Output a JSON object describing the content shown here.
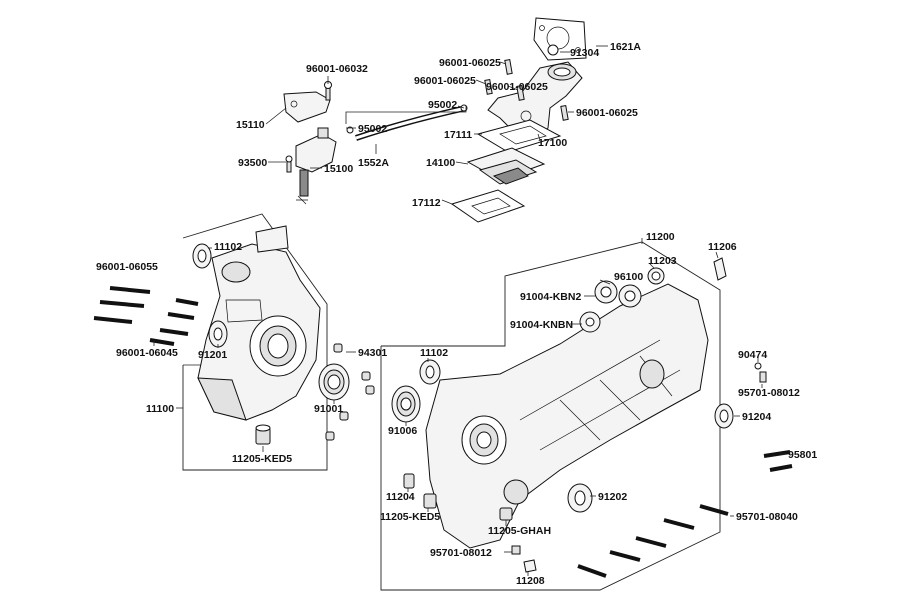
{
  "callouts": [
    {
      "id": "c1621A",
      "text": "1621A"
    },
    {
      "id": "c91304",
      "text": "91304"
    },
    {
      "id": "c96001_06032",
      "text": "96001-06032"
    },
    {
      "id": "c96001_06025_a",
      "text": "96001-06025"
    },
    {
      "id": "c96001_06025_b",
      "text": "96001-06025"
    },
    {
      "id": "c96001_06025_c",
      "text": "96001-06025"
    },
    {
      "id": "c96001_06025_d",
      "text": "96001-06025"
    },
    {
      "id": "c95002_a",
      "text": "95002"
    },
    {
      "id": "c95002_b",
      "text": "95002"
    },
    {
      "id": "c15110",
      "text": "15110"
    },
    {
      "id": "c17111",
      "text": "17111"
    },
    {
      "id": "c17100",
      "text": "17100"
    },
    {
      "id": "c93500",
      "text": "93500"
    },
    {
      "id": "c15100",
      "text": "15100"
    },
    {
      "id": "c1552A",
      "text": "1552A"
    },
    {
      "id": "c14100",
      "text": "14100"
    },
    {
      "id": "c17112",
      "text": "17112"
    },
    {
      "id": "c11200",
      "text": "11200"
    },
    {
      "id": "c11206",
      "text": "11206"
    },
    {
      "id": "c11102_a",
      "text": "11102"
    },
    {
      "id": "c11203",
      "text": "11203"
    },
    {
      "id": "c96001_06055",
      "text": "96001-06055"
    },
    {
      "id": "c96100",
      "text": "96100"
    },
    {
      "id": "c91004_KBN2",
      "text": "91004-KBN2"
    },
    {
      "id": "c91004_KNBN",
      "text": "91004-KNBN"
    },
    {
      "id": "c96001_06045",
      "text": "96001-06045"
    },
    {
      "id": "c91201",
      "text": "91201"
    },
    {
      "id": "c94301",
      "text": "94301"
    },
    {
      "id": "c11102_b",
      "text": "11102"
    },
    {
      "id": "c90474",
      "text": "90474"
    },
    {
      "id": "c95701_08012_a",
      "text": "95701-08012"
    },
    {
      "id": "c11100",
      "text": "11100"
    },
    {
      "id": "c91001",
      "text": "91001"
    },
    {
      "id": "c91006",
      "text": "91006"
    },
    {
      "id": "c91204",
      "text": "91204"
    },
    {
      "id": "c11205_KED5_a",
      "text": "11205-KED5"
    },
    {
      "id": "c95801",
      "text": "95801"
    },
    {
      "id": "c11204",
      "text": "11204"
    },
    {
      "id": "c91202",
      "text": "91202"
    },
    {
      "id": "c11205_KED5_b",
      "text": "11205-KED5"
    },
    {
      "id": "c95701_08040",
      "text": "95701-08040"
    },
    {
      "id": "c11205_GHAH",
      "text": "11205-GHAH"
    },
    {
      "id": "c95701_08012_b",
      "text": "95701-08012"
    },
    {
      "id": "c11208",
      "text": "11208"
    }
  ]
}
